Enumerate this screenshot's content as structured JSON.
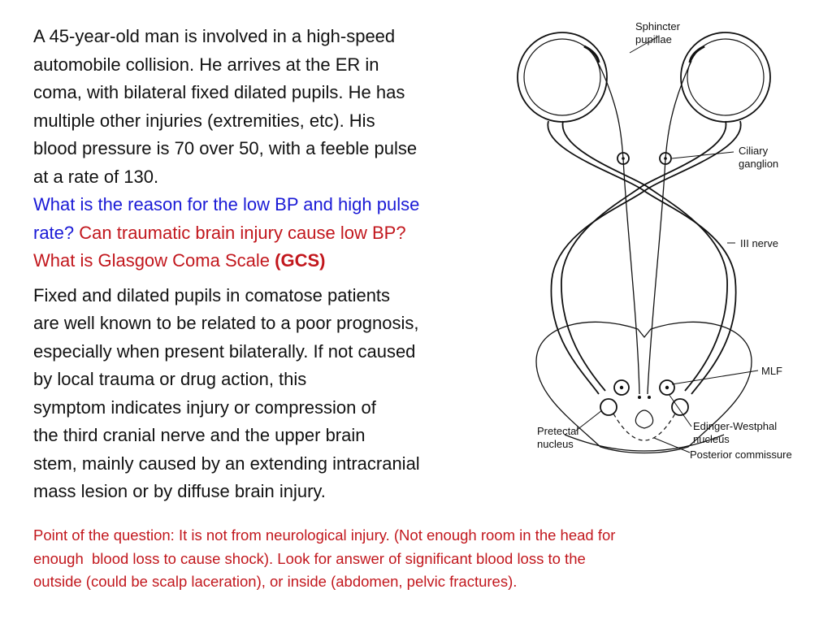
{
  "case": {
    "lines": [
      "A 45-year-old man is involved in a high-speed",
      "automobile collision. He arrives at the ER in",
      "coma, with bilateral fixed dilated pupils. He has",
      "multiple other injuries (extremities, etc). His",
      "blood pressure is 70 over 50, with a feeble pulse",
      "at a rate of 130."
    ],
    "q1_line1": "What is the reason for the low BP and high pulse",
    "q1_line2_blue": "rate?",
    "q2": "Can traumatic brain injury cause low BP?",
    "q3_prefix": "What is Glasgow Coma Scale",
    "q3_bold": "(GCS)"
  },
  "explanation": {
    "lines": [
      "Fixed and dilated pupils in comatose patients",
      "are well known to be related to a poor prognosis,",
      "especially when present bilaterally. If not caused",
      "by local trauma or drug action, this",
      "symptom indicates injury or compression of",
      "the third cranial nerve and the upper brain",
      "stem, mainly caused by an extending intracranial",
      "mass lesion or by diffuse brain injury."
    ]
  },
  "figure": {
    "labels": {
      "sphincter_1": "Sphincter",
      "sphincter_2": "pupillae",
      "ciliary_1": "Ciliary",
      "ciliary_2": "ganglion",
      "iii_nerve": "III nerve",
      "mlf": "MLF",
      "pretectal_1": "Pretectal",
      "pretectal_2": "nucleus",
      "ew_1": "Edinger-Westphal",
      "ew_2": "nucleus",
      "posterior_commissure": "Posterior commissure"
    }
  },
  "footer": {
    "lines": [
      "Point of the question: It is not from neurological injury. (Not enough room in the head for",
      "enough  blood loss to cause shock). Look for answer of significant blood loss to the",
      "outside (could be scalp laceration), or inside (abdomen, pelvic fractures)."
    ]
  },
  "colors": {
    "text": "#111111",
    "question_blue": "#1a1ad6",
    "question_red": "#c2171d"
  }
}
